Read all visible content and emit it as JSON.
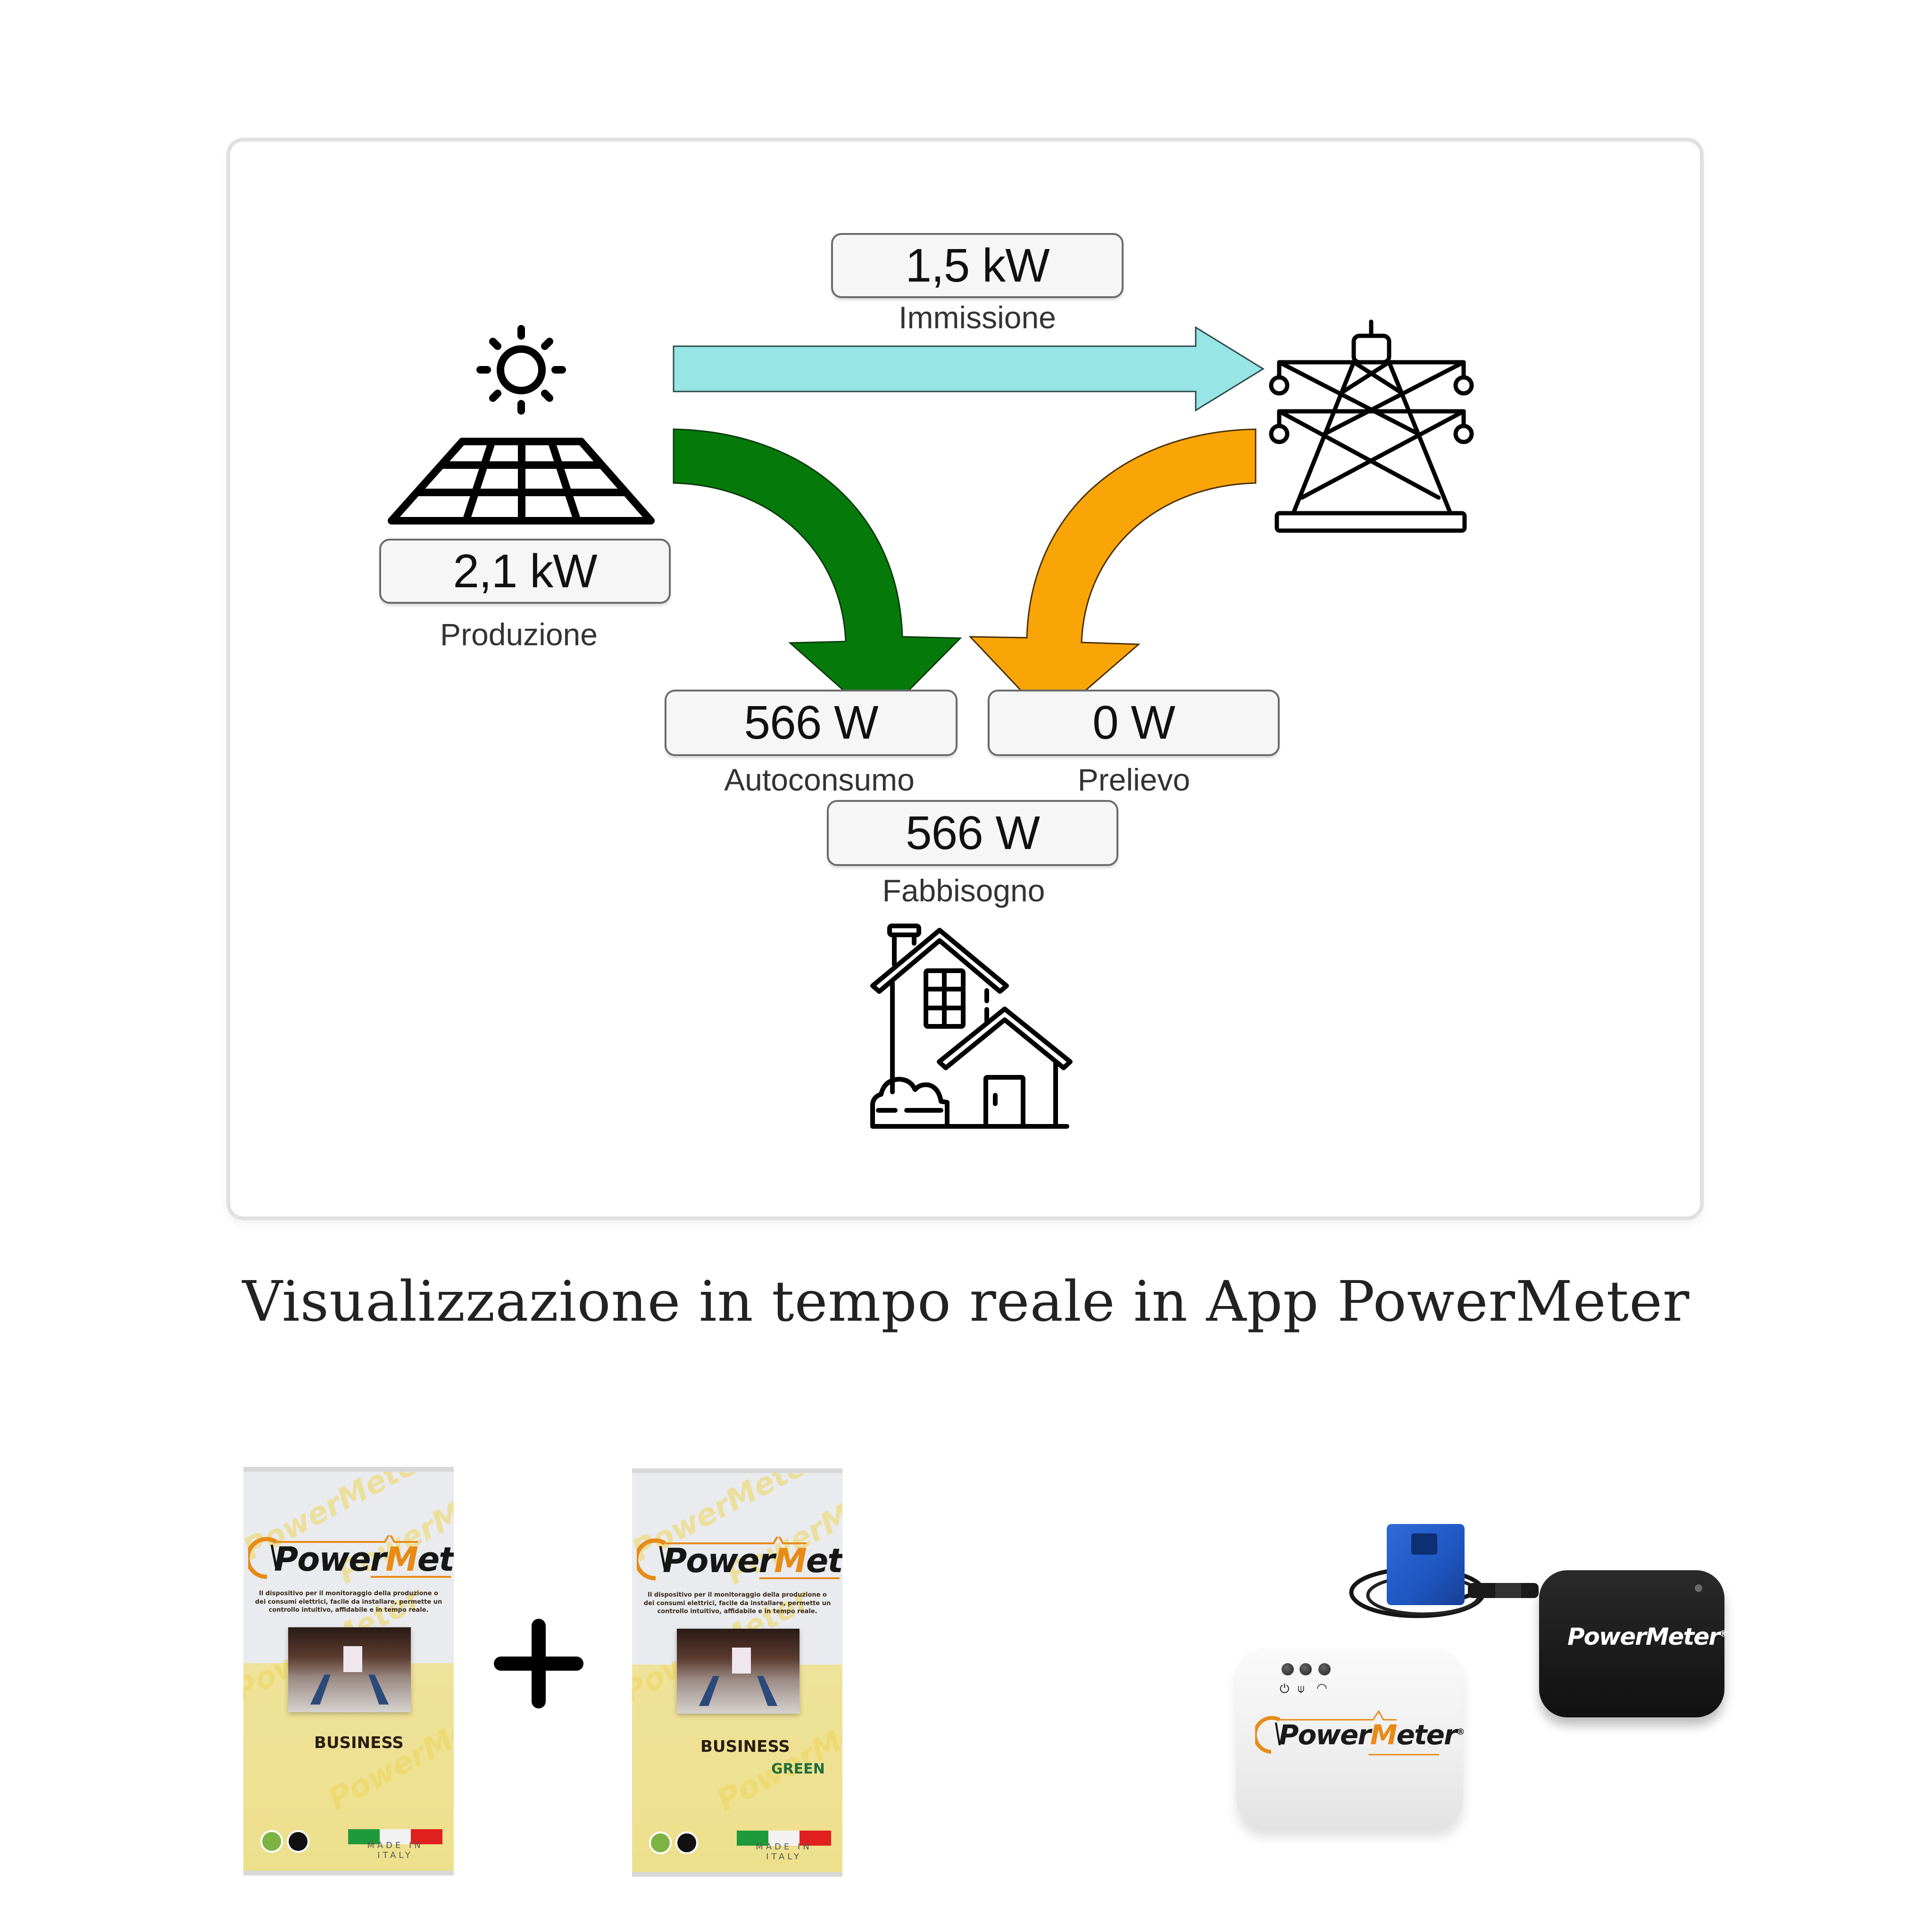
{
  "flow_diagram": {
    "production": {
      "value": "2,1 kW",
      "label": "Produzione"
    },
    "feed_in": {
      "value": "1,5 kW",
      "label": "Immissione"
    },
    "self_consumption": {
      "value": "566 W",
      "label": "Autoconsumo"
    },
    "withdrawal": {
      "value": "0 W",
      "label": "Prelievo"
    },
    "demand": {
      "value": "566 W",
      "label": "Fabbisogno"
    },
    "colors": {
      "feed_in_arrow": "#97e5e5",
      "self_consumption_arrow": "#057a0b",
      "withdrawal_arrow": "#f9a507"
    },
    "icons": {
      "source": "solar-panel-sun-icon",
      "grid": "power-pylon-icon",
      "load": "house-icon"
    }
  },
  "caption": "Visualizzazione in tempo reale in App PowerMeter",
  "products": {
    "banner_left": {
      "brand_a": "Power",
      "brand_b": "M",
      "brand_c": "eter",
      "registered": "®",
      "tagline": "Il dispositivo per il monitoraggio della produzione o dei consumi elettrici, facile da installare, permette un controllo intuitivo, affidabile e in tempo reale.",
      "model": "BUSINESS",
      "made_in": "MADE IN ITALY",
      "watermark": "PowerMeter"
    },
    "plus": "+",
    "banner_right": {
      "brand_a": "Power",
      "brand_b": "M",
      "brand_c": "eter",
      "registered": "®",
      "tagline": "Il dispositivo per il monitoraggio della produzione o dei consumi elettrici, facile da installare, permette un controllo intuitivo, affidabile e in tempo reale.",
      "model": "BUSINESS",
      "model_variant": "GREEN",
      "made_in": "MADE IN ITALY",
      "watermark": "PowerMeter"
    },
    "devices": {
      "white_device_logo_a": "Power",
      "white_device_logo_b": "M",
      "white_device_logo_c": "eter",
      "black_device_logo": "PowerMeter",
      "registered": "®"
    }
  }
}
